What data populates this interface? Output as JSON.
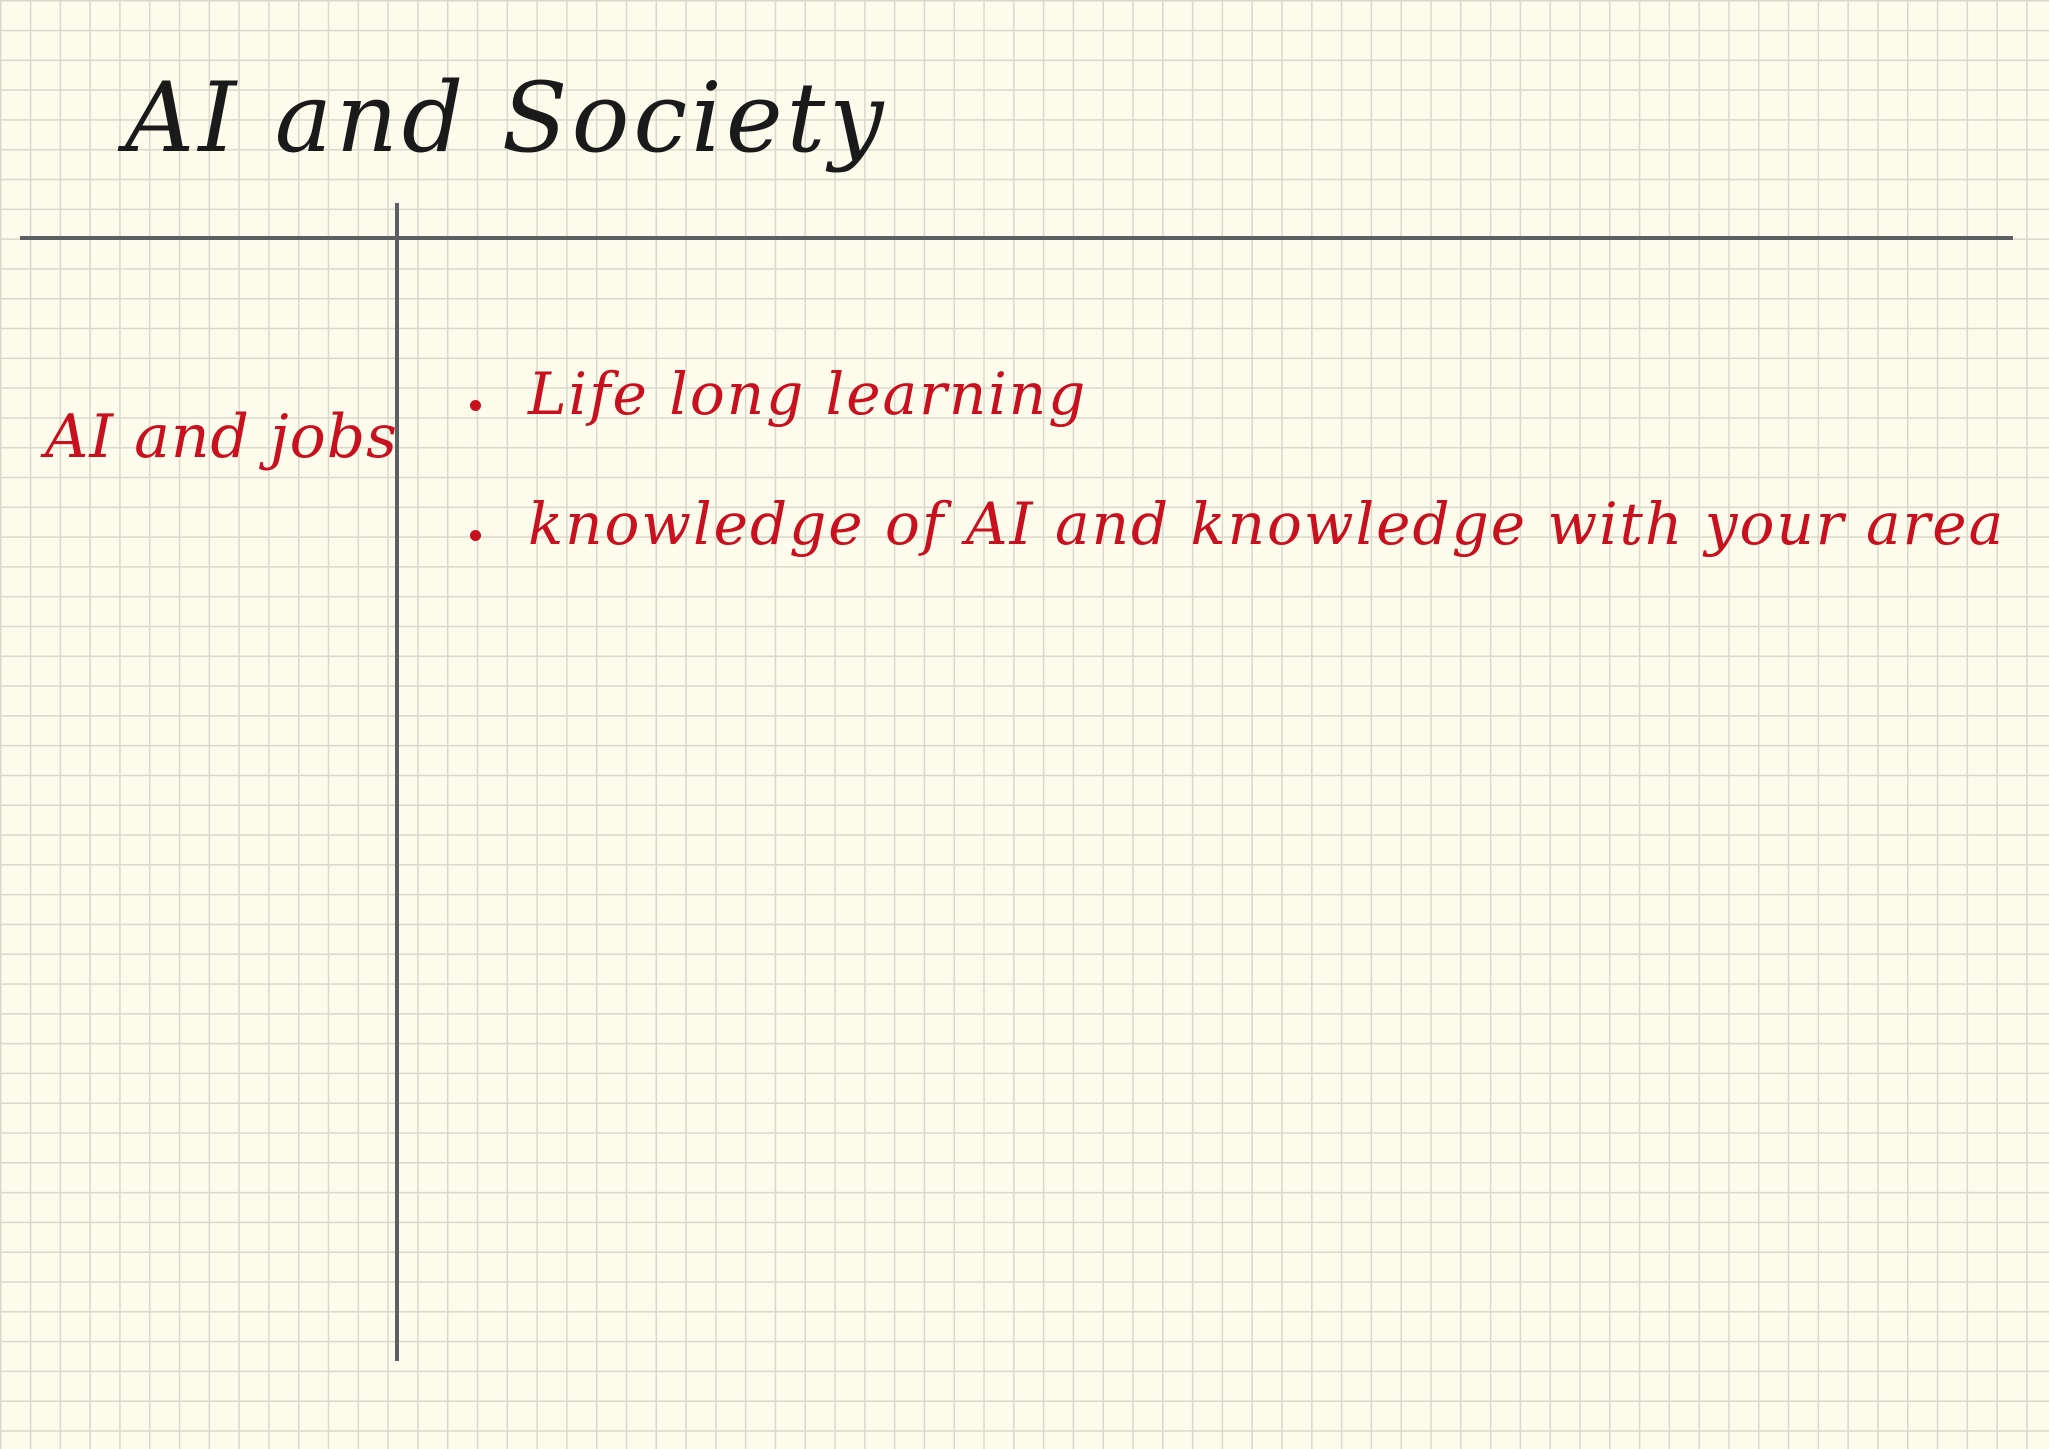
{
  "note": {
    "title": "AI and Society",
    "cue": "AI and jobs",
    "items": [
      {
        "text": "Life long learning"
      },
      {
        "text": "knowledge of AI  and  knowledge with your area"
      }
    ],
    "colors": {
      "paper": "#fdfbec",
      "grid": "#d8d8cc",
      "title_ink": "#1a1a1a",
      "note_ink": "#c8101e",
      "rule_lines": "#5c5f63"
    }
  }
}
